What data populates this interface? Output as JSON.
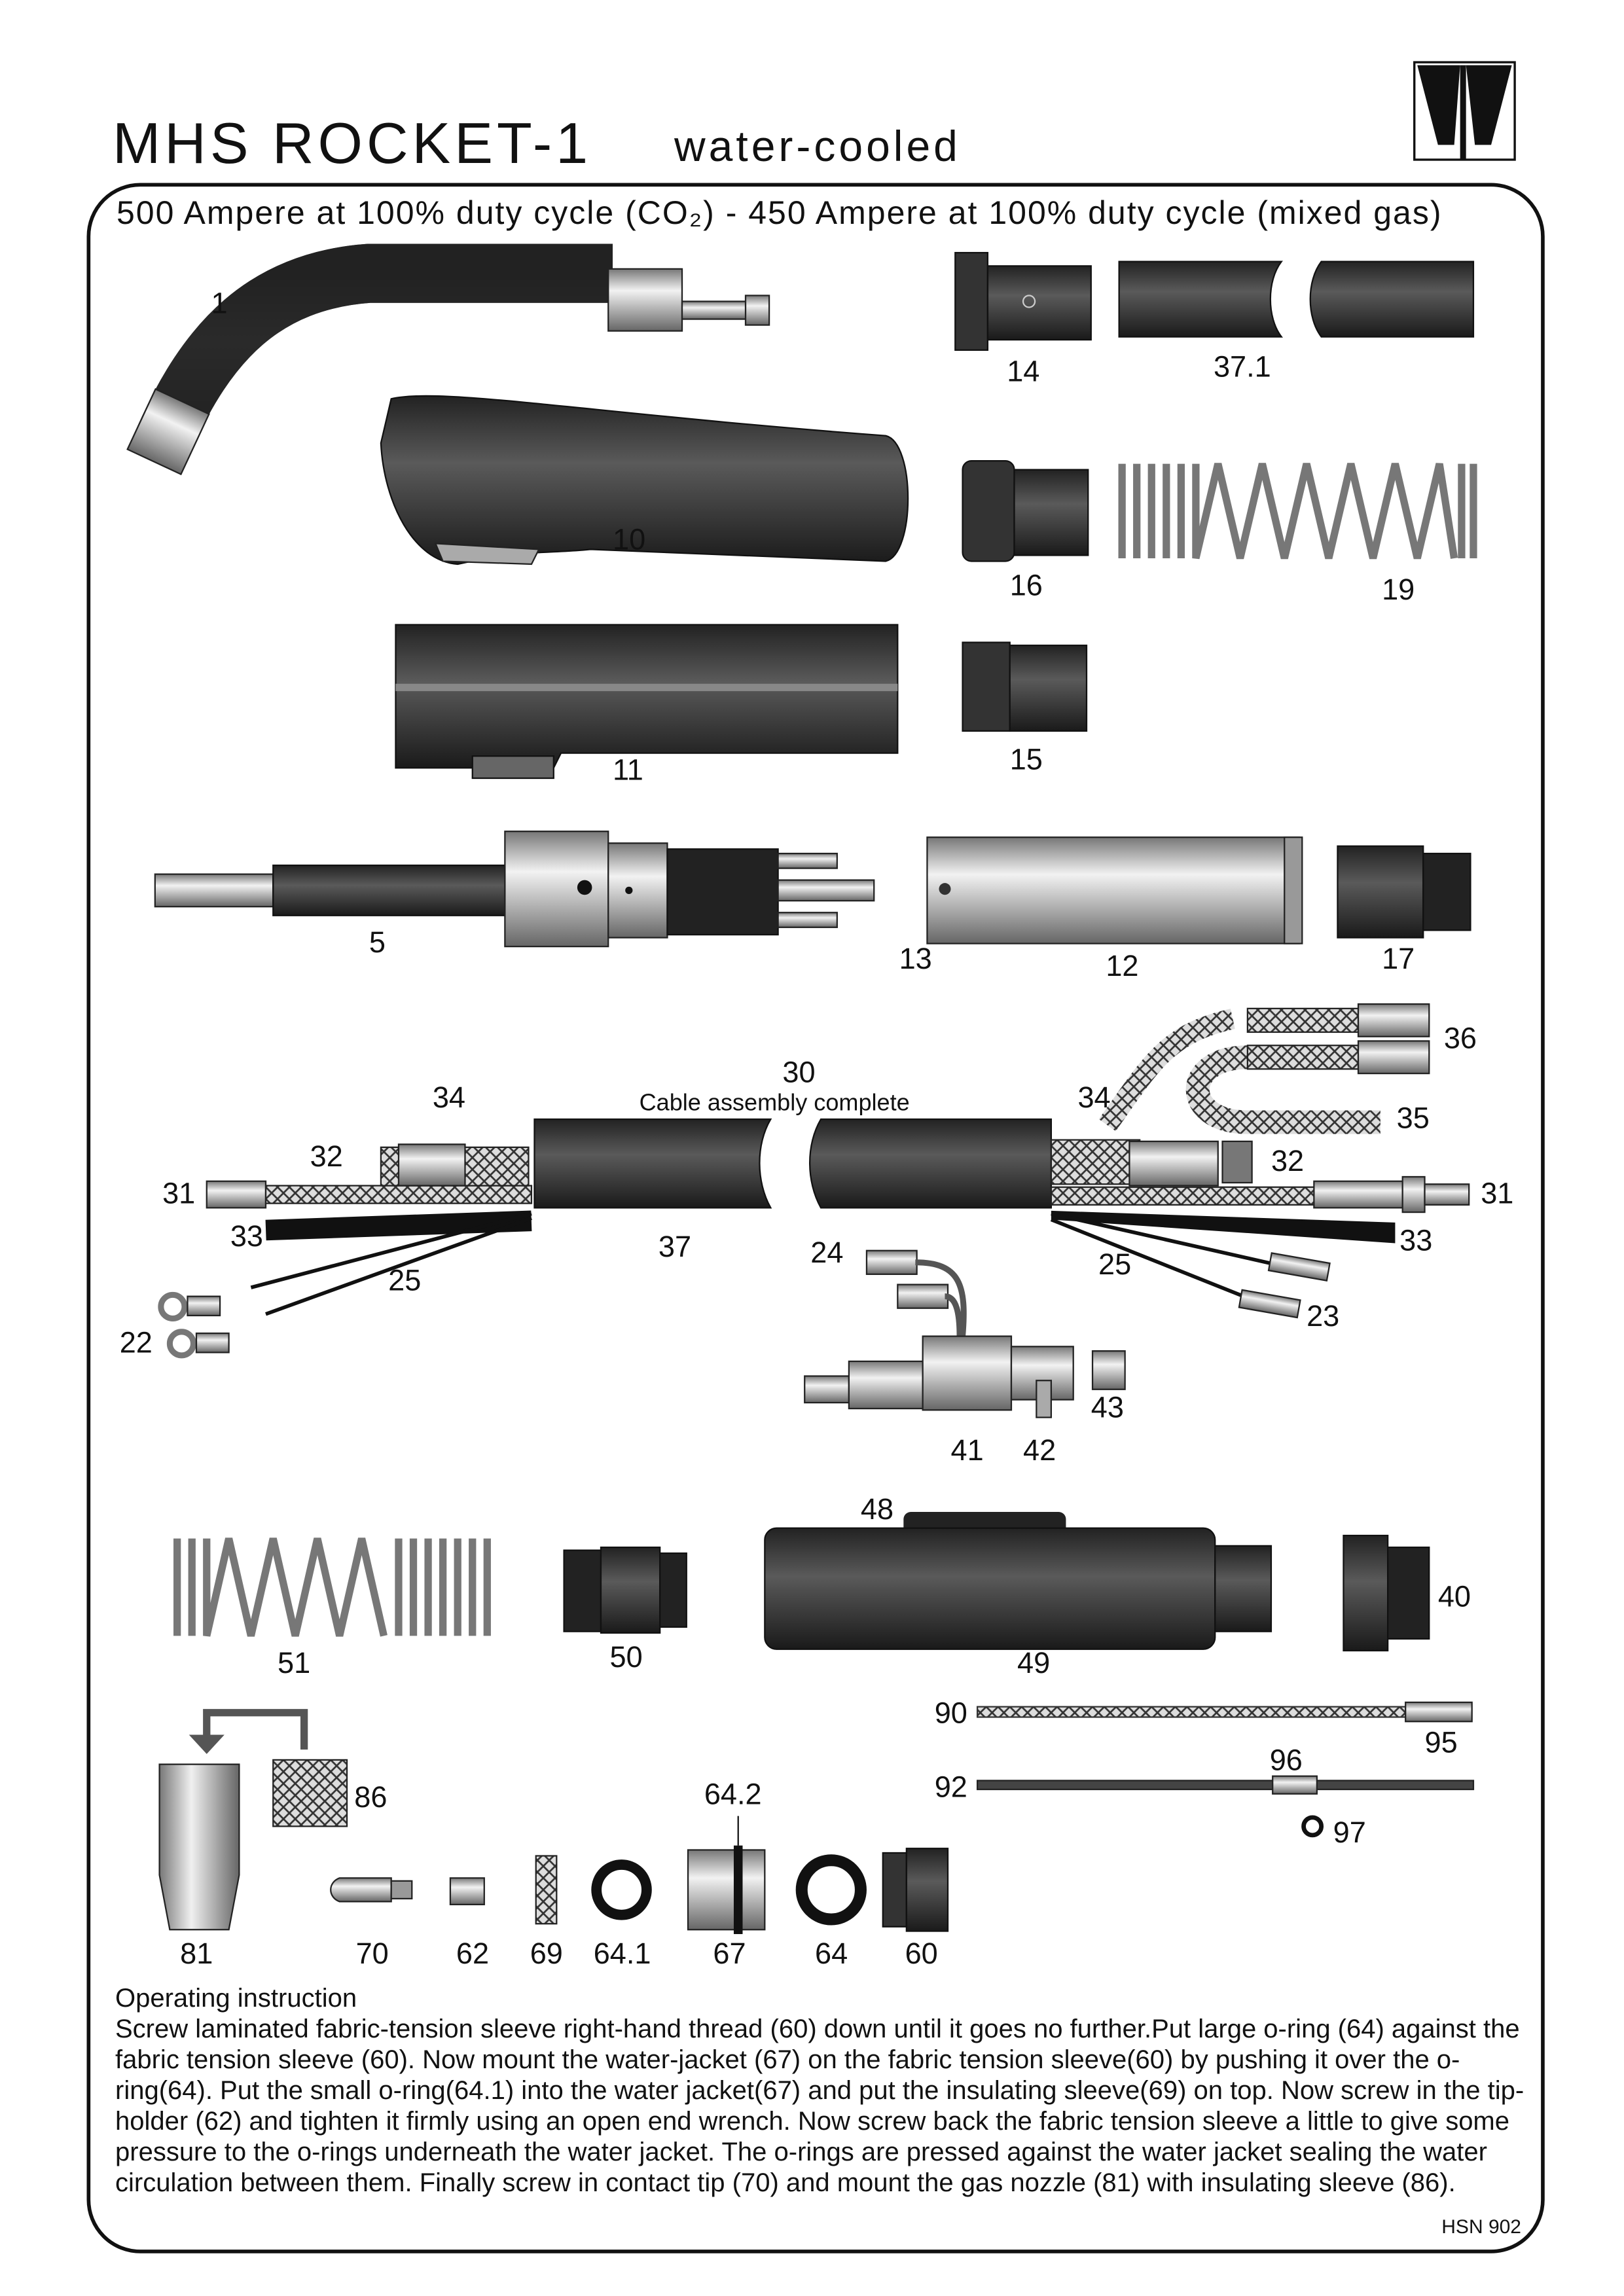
{
  "header": {
    "title": "MHS ROCKET-1",
    "subtitle": "water-cooled",
    "logo_icon": "brand-logo",
    "rating": "500 Ampere at 100% duty cycle (CO₂) - 450 Ampere at 100% duty cycle (mixed gas)"
  },
  "diagram": {
    "cable_assembly_number": "30",
    "cable_assembly_caption": "Cable assembly complete",
    "labels": {
      "p1": "1",
      "p14": "14",
      "p37_1": "37.1",
      "p10": "10",
      "p16": "16",
      "p19": "19",
      "p11": "11",
      "p15": "15",
      "p5": "5",
      "p13": "13",
      "p12": "12",
      "p17": "17",
      "p34a": "34",
      "p34b": "34",
      "p36": "36",
      "p35": "35",
      "p32a": "32",
      "p32b": "32",
      "p31a": "31",
      "p31b": "31",
      "p33a": "33",
      "p33b": "33",
      "p37": "37",
      "p24": "24",
      "p25a": "25",
      "p25b": "25",
      "p23": "23",
      "p22": "22",
      "p43": "43",
      "p41": "41",
      "p42": "42",
      "p48": "48",
      "p40": "40",
      "p51": "51",
      "p50": "50",
      "p49": "49",
      "p90": "90",
      "p95": "95",
      "p96": "96",
      "p92": "92",
      "p86": "86",
      "p64_2": "64.2",
      "p97": "97",
      "p81": "81",
      "p70": "70",
      "p62": "62",
      "p69": "69",
      "p64_1": "64.1",
      "p67": "67",
      "p64": "64",
      "p60": "60"
    }
  },
  "instructions": {
    "heading": "Operating instruction",
    "body": "Screw laminated fabric-tension sleeve right-hand thread (60) down until it goes no further.Put large o-ring (64) against the fabric tension sleeve (60). Now mount the water-jacket (67) on the fabric tension sleeve(60) by pushing it over the o-ring(64). Put the small o-ring(64.1) into the water jacket(67) and put the insulating sleeve(69) on top. Now screw in the tip-holder (62) and tighten it firmly using an open end wrench. Now screw back the fabric tension sleeve a little to give some pressure to the o-rings underneath the water jacket. The o-rings are pressed against the water jacket sealing the water circulation between them. Finally screw in contact tip (70) and mount the gas nozzle (81) with insulating sleeve (86)."
  },
  "footer": {
    "code": "HSN 902"
  }
}
